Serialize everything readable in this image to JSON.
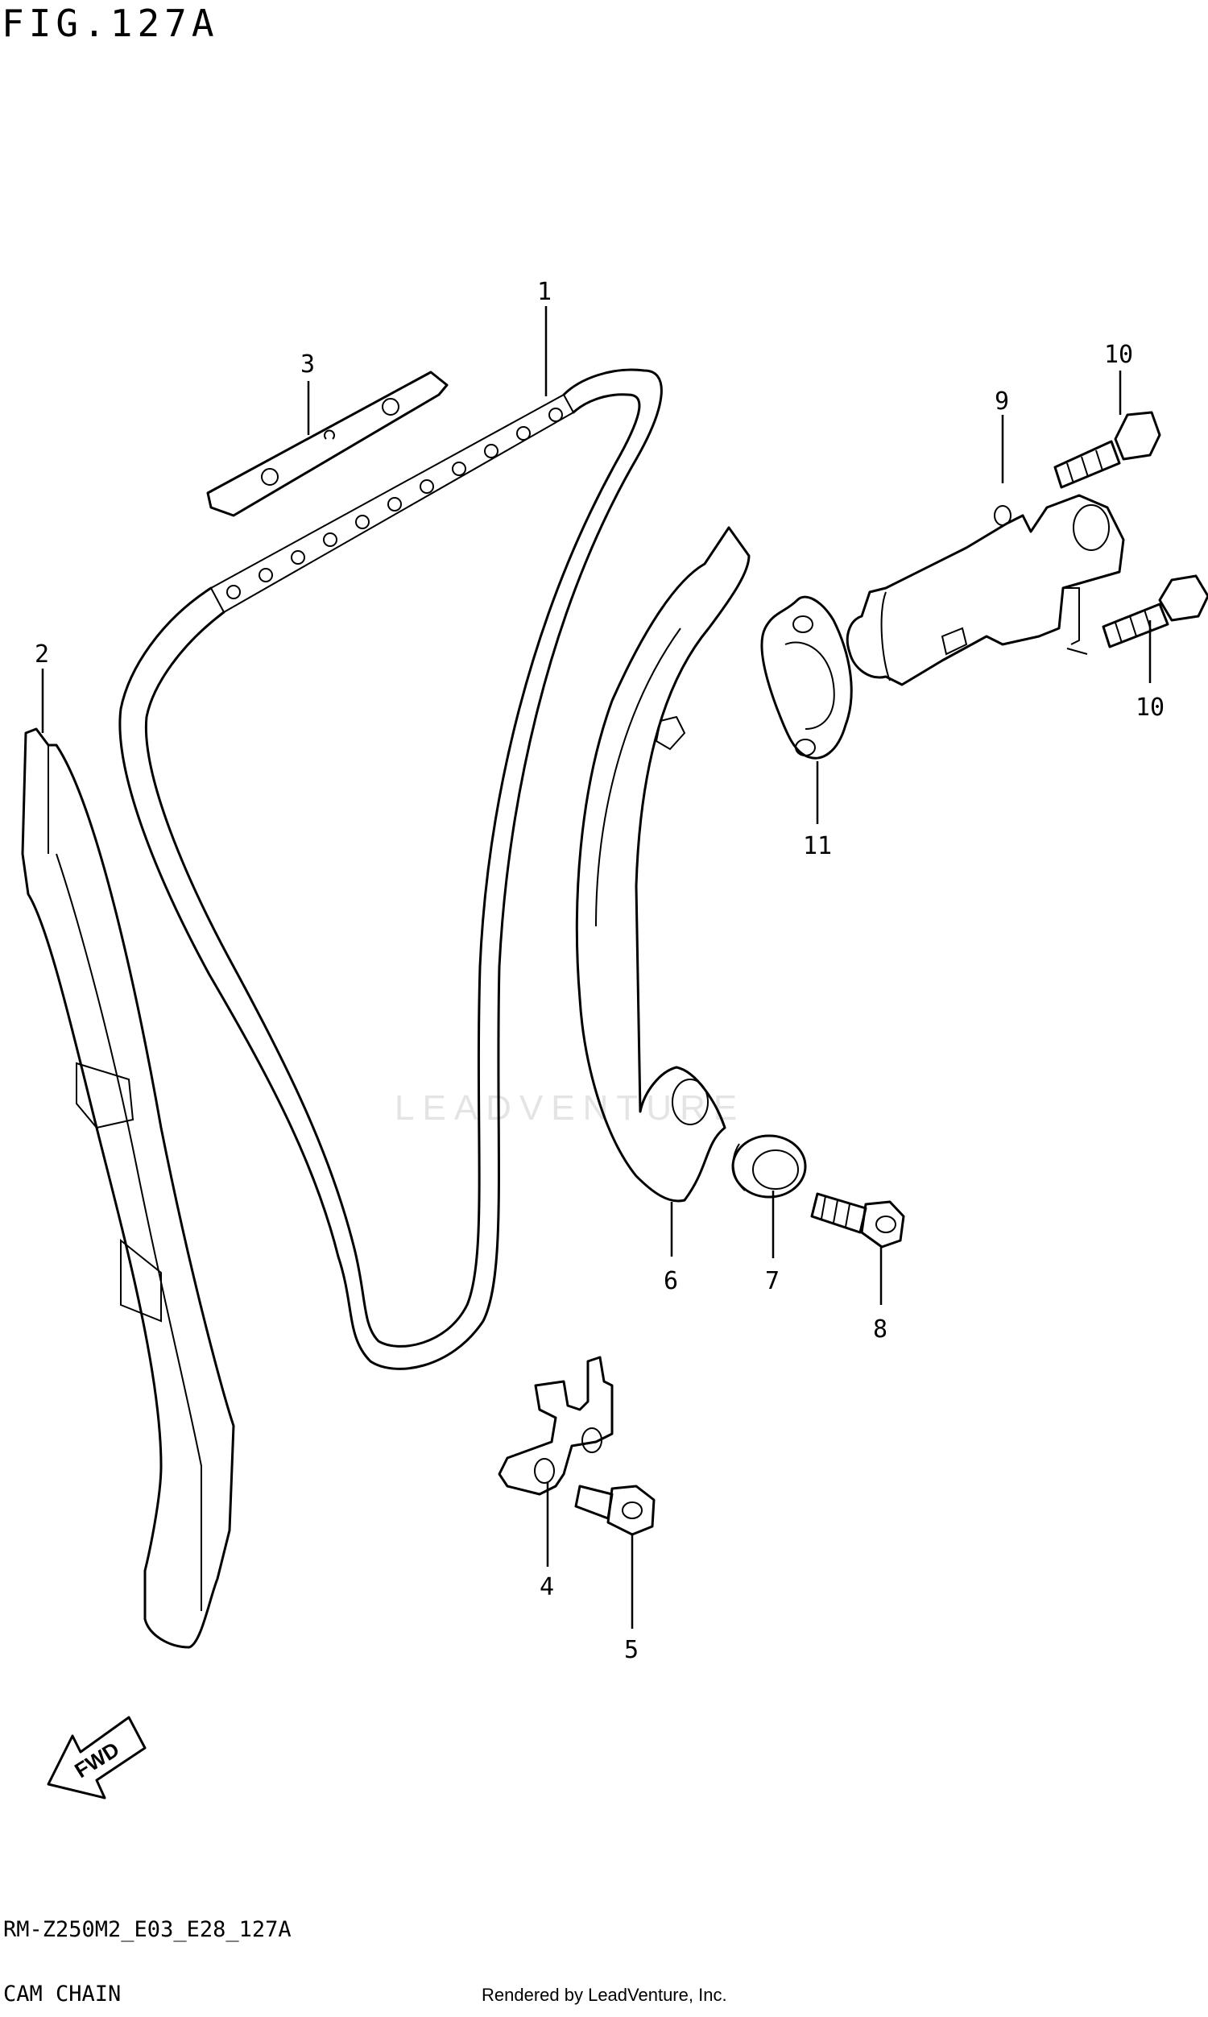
{
  "header": {
    "figure_title": "FIG.127A"
  },
  "watermark": "LEADVENTURE",
  "fwd_label": "FWD",
  "callouts": [
    {
      "id": "1",
      "label": "1"
    },
    {
      "id": "2",
      "label": "2"
    },
    {
      "id": "3",
      "label": "3"
    },
    {
      "id": "4",
      "label": "4"
    },
    {
      "id": "5",
      "label": "5"
    },
    {
      "id": "6",
      "label": "6"
    },
    {
      "id": "7",
      "label": "7"
    },
    {
      "id": "8",
      "label": "8"
    },
    {
      "id": "9",
      "label": "9"
    },
    {
      "id": "10a",
      "label": "10"
    },
    {
      "id": "10b",
      "label": "10"
    },
    {
      "id": "11",
      "label": "11"
    }
  ],
  "footer": {
    "model_code": "RM-Z250M2_E03_E28_127A",
    "section_name": "CAM CHAIN",
    "rendered_by": "Rendered by LeadVenture, Inc."
  }
}
